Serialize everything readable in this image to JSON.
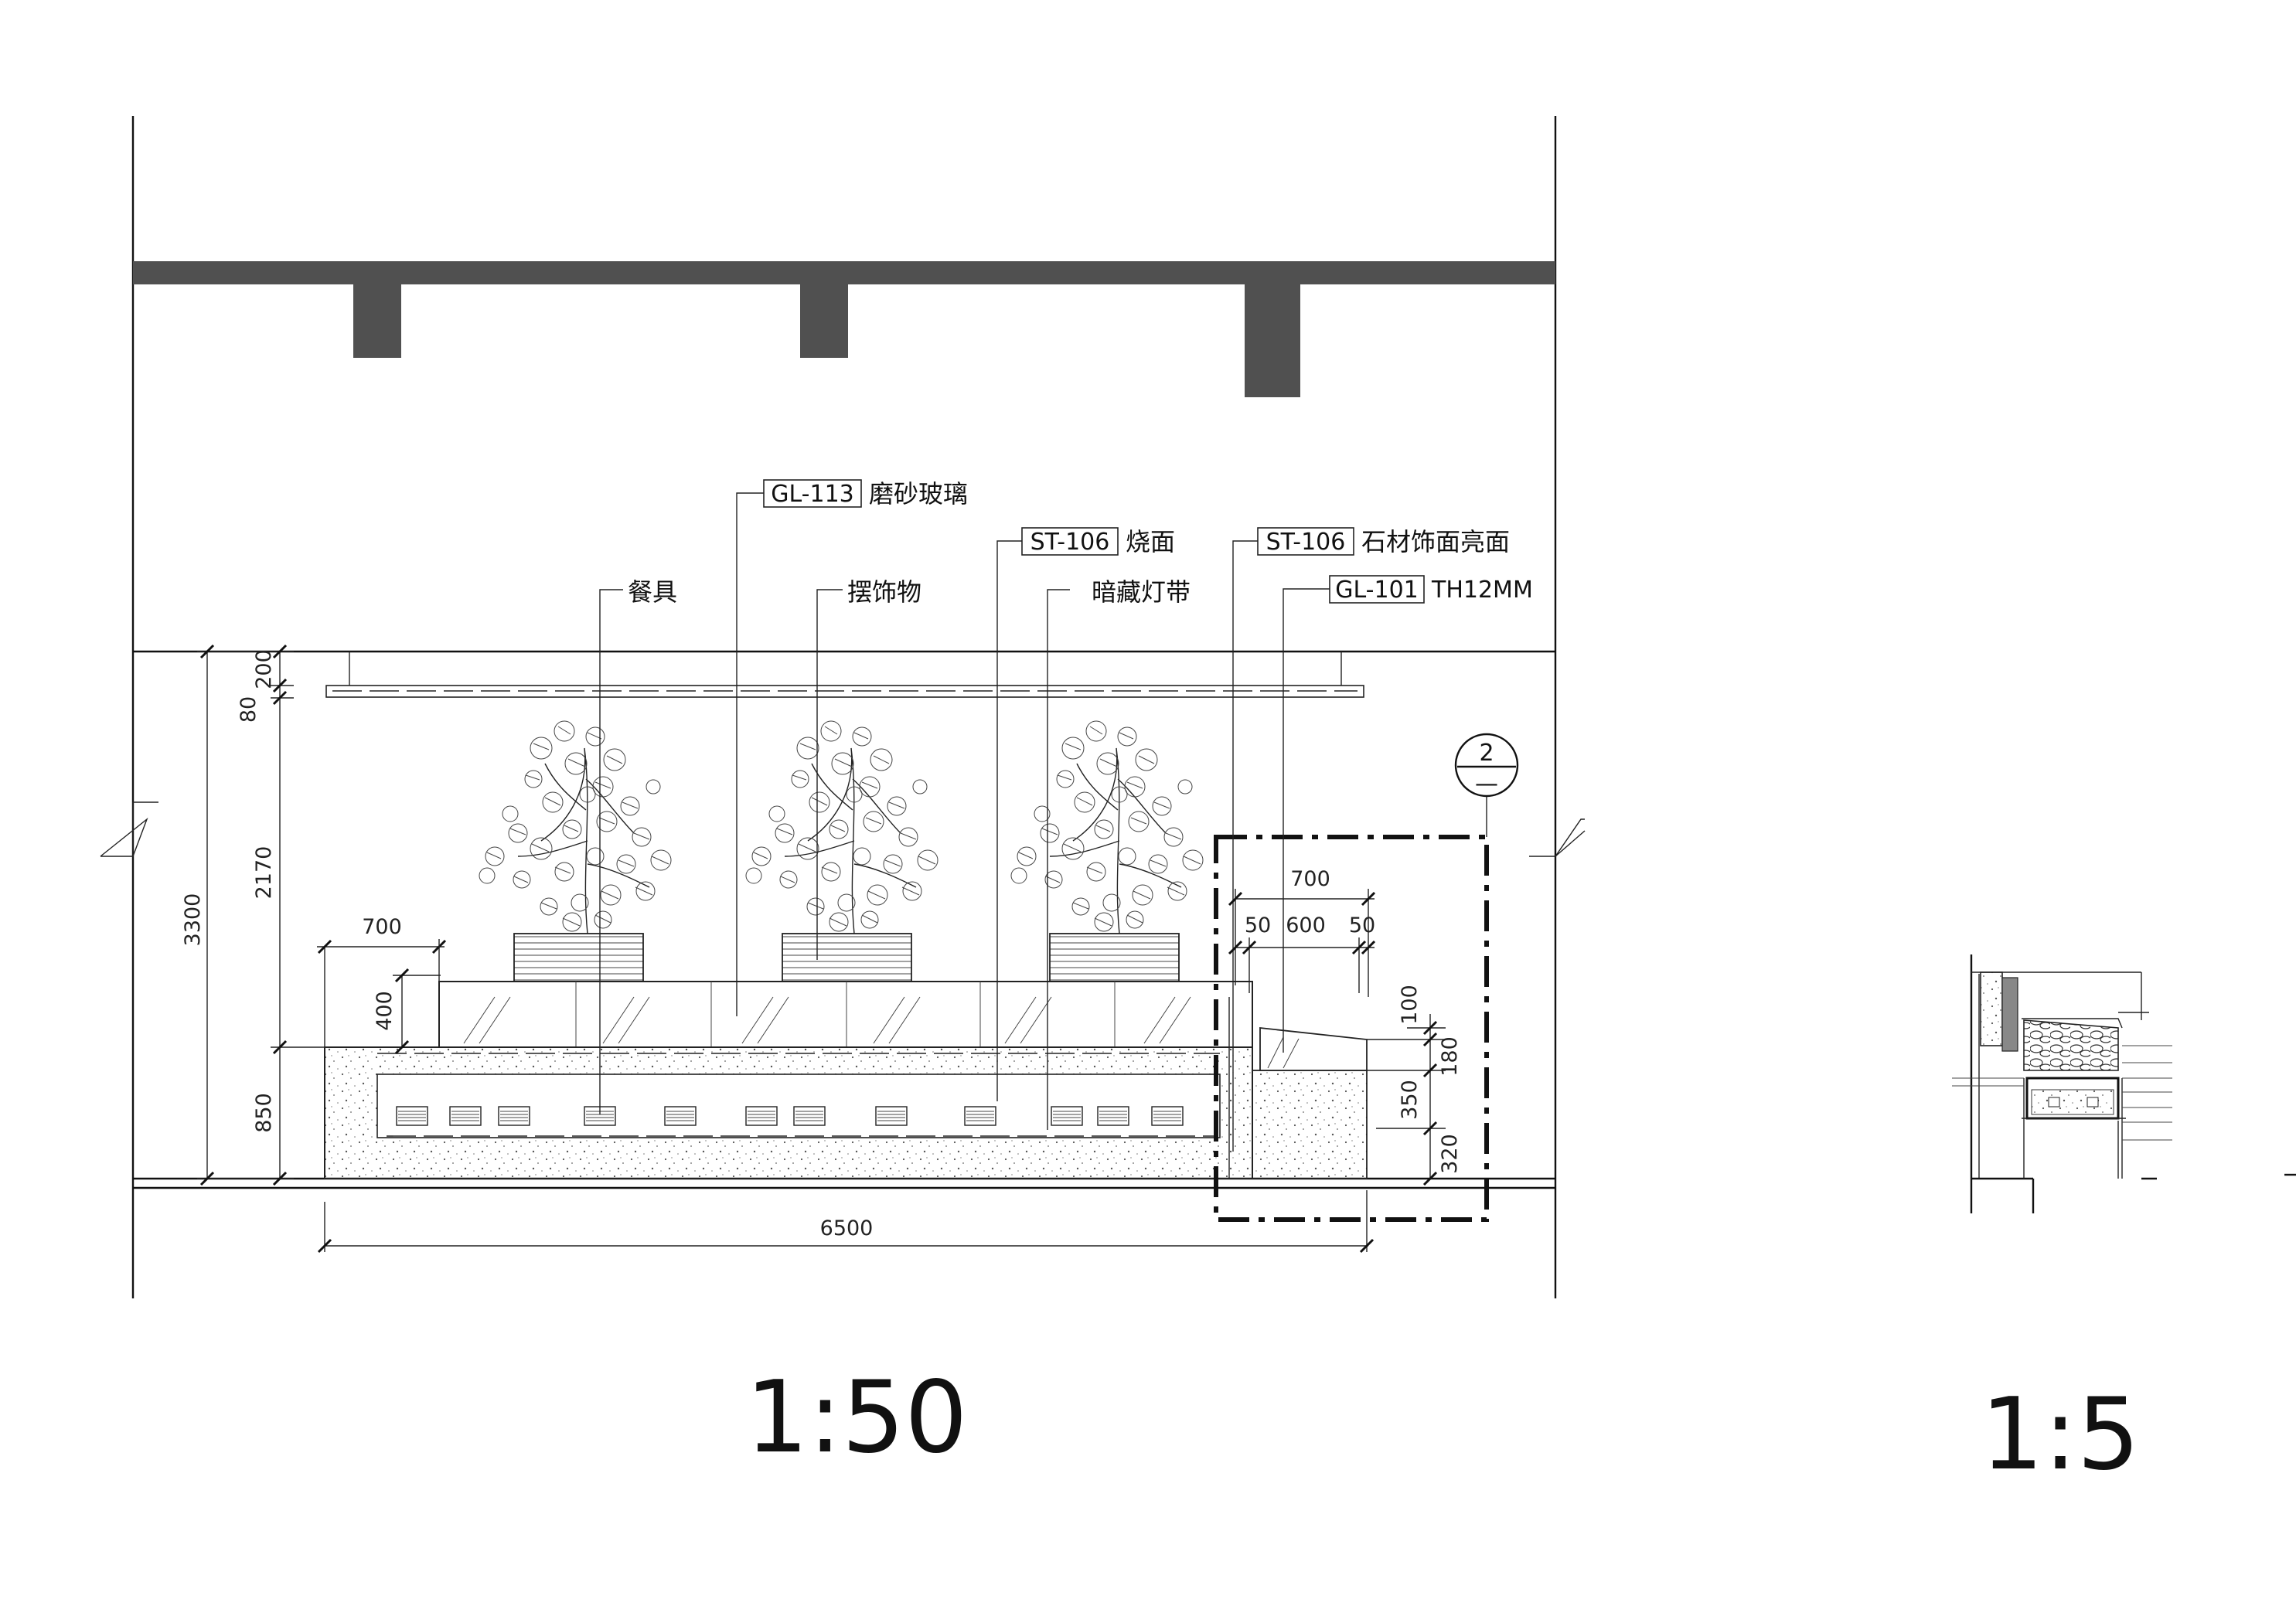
{
  "elevation": {
    "material_tags": [
      {
        "code": "GL-113",
        "desc": "磨砂玻璃"
      },
      {
        "code": "ST-106",
        "desc": "烧面"
      },
      {
        "code": "ST-106",
        "desc": "石材饰面亮面"
      },
      {
        "code": "GL-101",
        "desc": "TH12MM"
      }
    ],
    "plain_labels": [
      "餐具",
      "摆饰物",
      "暗藏灯带"
    ],
    "dimensions": {
      "overall_height": "3300",
      "ceiling_gap": "200",
      "light_panel": "80",
      "upper_height": "2170",
      "glass_height": "400",
      "counter_height": "850",
      "glass_module": "700",
      "overall_width": "6500",
      "detail_width": "700",
      "detail_side_left": "50",
      "detail_center": "600",
      "detail_side_right": "50",
      "detail_h1": "100",
      "detail_h2": "180",
      "detail_h3": "350",
      "detail_h4": "320"
    },
    "detail_callout": {
      "number": "2",
      "sheet": "—"
    },
    "scale": "1:50"
  },
  "section_detail": {
    "scale": "1:5"
  }
}
